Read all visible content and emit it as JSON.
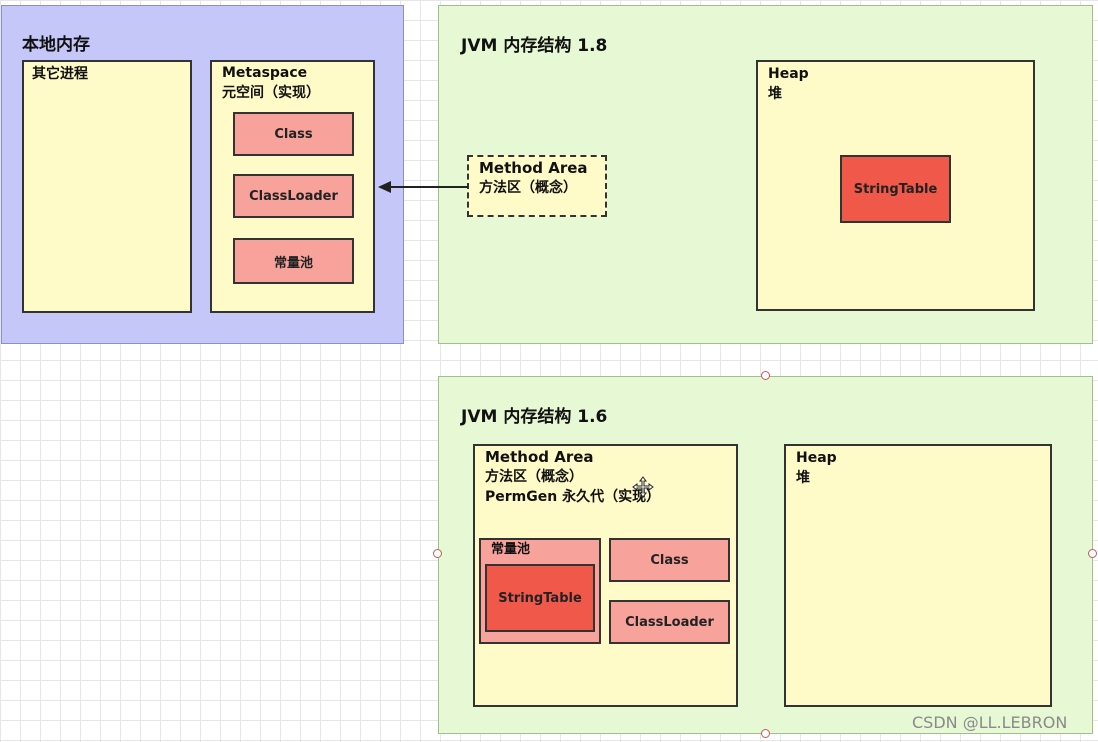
{
  "local_memory": {
    "title": "本地内存",
    "other_process": "其它进程",
    "metaspace": {
      "title": "Metaspace",
      "subtitle": "元空间（实现）",
      "items": [
        "Class",
        "ClassLoader",
        "常量池"
      ]
    }
  },
  "jvm18": {
    "title": "JVM 内存结构 1.8",
    "method_area": {
      "title": "Method Area",
      "subtitle": "方法区（概念）"
    },
    "heap": {
      "title": "Heap",
      "subtitle": "堆",
      "string_table": "StringTable"
    }
  },
  "jvm16": {
    "title": "JVM 内存结构 1.6",
    "method_area": {
      "title": "Method Area",
      "subtitle": "方法区（概念）",
      "permgen": "PermGen 永久代（实现）",
      "constant_pool": "常量池",
      "string_table": "StringTable",
      "class": "Class",
      "classloader": "ClassLoader"
    },
    "heap": {
      "title": "Heap",
      "subtitle": "堆"
    }
  },
  "watermark": "CSDN @LL.LEBRON",
  "colors": {
    "blue_panel": "#c4c7f7",
    "green_panel": "#e6f8d4",
    "yellow_box": "#fffbc8",
    "pink_box": "#f7a29a",
    "red_box": "#f0584a"
  }
}
